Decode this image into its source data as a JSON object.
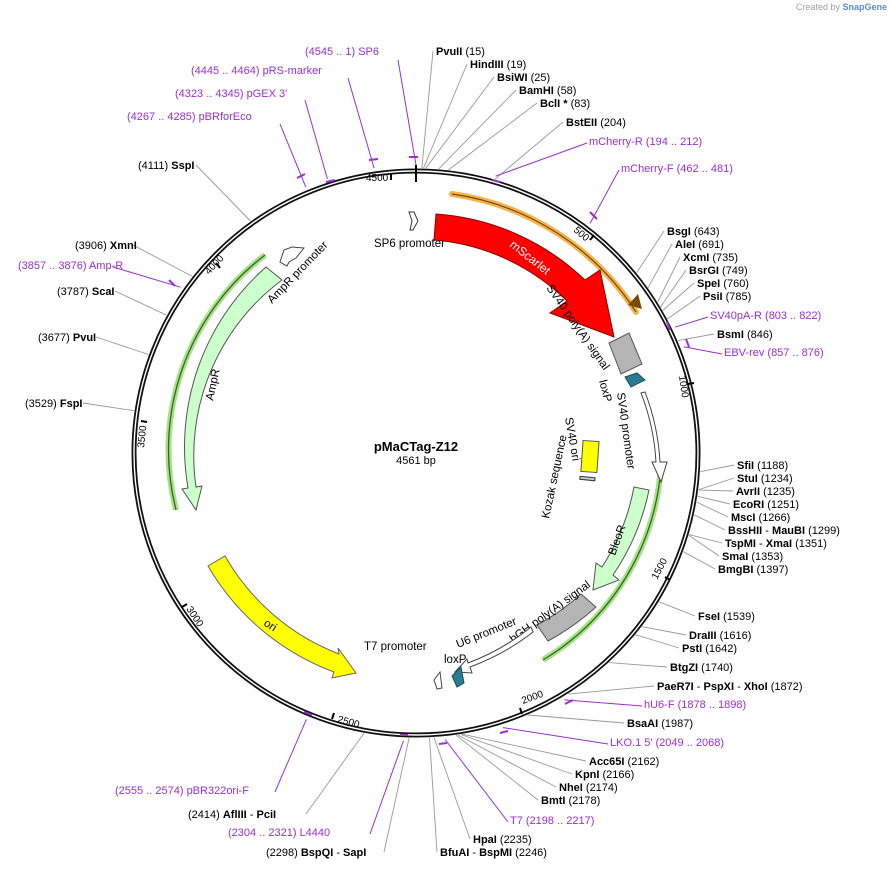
{
  "app": {
    "credit_prefix": "Created by",
    "credit_brand": "SnapGene"
  },
  "map": {
    "name": "pMaCTag-Z12",
    "size_label": "4561 bp",
    "length": 4561,
    "ticks": [
      "500",
      "1000",
      "1500",
      "2000",
      "2500",
      "3000",
      "3500",
      "4000",
      "4500"
    ]
  },
  "colors": {
    "primer": "#9b2fd0",
    "mScarlet": "#ff0000",
    "ori": "#ffff00",
    "SV40_ori": "#ffff00",
    "AmpR": "#ccffcc",
    "BleoR": "#ccffcc",
    "polyA": "#b4b4b4",
    "loxP": "#2a7c8f",
    "promoter": "#ffffff",
    "orange_highlight": "#f4b350",
    "green_highlight": "#5aa12e"
  },
  "features": [
    {
      "id": "mscarlet",
      "label": "mScarlet",
      "color": "#ff0000",
      "icon": "arrow-cw"
    },
    {
      "id": "sp6-promoter",
      "label": "SP6 promoter",
      "color": "#ffffff",
      "icon": "arrow-cw"
    },
    {
      "id": "sv40-polya",
      "label": "SV40 poly(A) signal",
      "color": "#b4b4b4",
      "icon": "box"
    },
    {
      "id": "loxp-1",
      "label": "loxP",
      "color": "#2a7c8f",
      "icon": "arrow-cw"
    },
    {
      "id": "sv40-promoter",
      "label": "SV40 promoter",
      "color": "#ffffff",
      "icon": "arrow-cw"
    },
    {
      "id": "sv40-ori",
      "label": "SV40 ori",
      "color": "#ffff00",
      "icon": "box"
    },
    {
      "id": "kozak",
      "label": "Kozak sequence",
      "color": "#cccccc",
      "icon": "box"
    },
    {
      "id": "bleor",
      "label": "BleoR",
      "color": "#ccffcc",
      "icon": "arrow-cw"
    },
    {
      "id": "bgh-polya",
      "label": "bGH poly(A) signal",
      "color": "#b4b4b4",
      "icon": "box"
    },
    {
      "id": "u6-promoter",
      "label": "U6 promoter",
      "color": "#ffffff",
      "icon": "arrow-ccw"
    },
    {
      "id": "loxp-2",
      "label": "loxP",
      "color": "#2a7c8f",
      "icon": "arrow-ccw"
    },
    {
      "id": "t7-promoter",
      "label": "T7 promoter",
      "color": "#ffffff",
      "icon": "arrow-ccw"
    },
    {
      "id": "ori",
      "label": "ori",
      "color": "#ffff00",
      "icon": "arrow-ccw"
    },
    {
      "id": "ampr",
      "label": "AmpR",
      "color": "#ccffcc",
      "icon": "arrow-ccw"
    },
    {
      "id": "ampr-promoter",
      "label": "AmpR promoter",
      "color": "#ffffff",
      "icon": "arrow-ccw"
    }
  ],
  "enzymes": [
    {
      "name": "PvuII",
      "pos": "(15)"
    },
    {
      "name": "HindIII",
      "pos": "(19)"
    },
    {
      "name": "BsiWI",
      "pos": "(25)"
    },
    {
      "name": "BamHI",
      "pos": "(58)"
    },
    {
      "name": "BclI *",
      "pos": "(83)"
    },
    {
      "name": "BstEII",
      "pos": "(204)"
    },
    {
      "name": "BsgI",
      "pos": "(643)"
    },
    {
      "name": "AleI",
      "pos": "(691)"
    },
    {
      "name": "XcmI",
      "pos": "(735)"
    },
    {
      "name": "BsrGI",
      "pos": "(749)"
    },
    {
      "name": "SpeI",
      "pos": "(760)"
    },
    {
      "name": "PsiI",
      "pos": "(785)"
    },
    {
      "name": "BsmI",
      "pos": "(846)"
    },
    {
      "name": "SfiI",
      "pos": "(1188)"
    },
    {
      "name": "StuI",
      "pos": "(1234)"
    },
    {
      "name": "AvrII",
      "pos": "(1235)"
    },
    {
      "name": "EcoRI",
      "pos": "(1251)"
    },
    {
      "name": "MscI",
      "pos": "(1266)"
    },
    {
      "name": "BssHII",
      "name2": "MauBI",
      "pos": "(1299)"
    },
    {
      "name": "TspMI",
      "name2": "XmaI",
      "pos": "(1351)"
    },
    {
      "name": "SmaI",
      "pos": "(1353)"
    },
    {
      "name": "BmgBI",
      "pos": "(1397)"
    },
    {
      "name": "FseI",
      "pos": "(1539)"
    },
    {
      "name": "DraIII",
      "pos": "(1616)"
    },
    {
      "name": "PstI",
      "pos": "(1642)"
    },
    {
      "name": "BtgZI",
      "pos": "(1740)"
    },
    {
      "name": "PaeR7I",
      "name2": "PspXI",
      "name3": "XhoI",
      "pos": "(1872)"
    },
    {
      "name": "BsaAI",
      "pos": "(1987)"
    },
    {
      "name": "Acc65I",
      "pos": "(2162)"
    },
    {
      "name": "KpnI",
      "pos": "(2166)"
    },
    {
      "name": "NheI",
      "pos": "(2174)"
    },
    {
      "name": "BmtI",
      "pos": "(2178)"
    },
    {
      "name": "HpaI",
      "pos": "(2235)"
    },
    {
      "name": "BfuAI",
      "name2": "BspMI",
      "pos": "(2246)"
    },
    {
      "name": "BspQI",
      "name2": "SapI",
      "pos": "(2298)"
    },
    {
      "name": "AflIII",
      "name2": "PciI",
      "pos": "(2414)"
    },
    {
      "name": "FspI",
      "pos": "(3529)"
    },
    {
      "name": "PvuI",
      "pos": "(3677)"
    },
    {
      "name": "ScaI",
      "pos": "(3787)"
    },
    {
      "name": "XmnI",
      "pos": "(3906)"
    },
    {
      "name": "SspI",
      "pos": "(4111)"
    }
  ],
  "primers": [
    {
      "range": "(4545 .. 1)",
      "name": "SP6"
    },
    {
      "range": "(4445 .. 4464)",
      "name": "pRS-marker"
    },
    {
      "range": "(4323 .. 4345)",
      "name": "pGEX 3'"
    },
    {
      "range": "(4267 .. 4285)",
      "name": "pBRforEco"
    },
    {
      "range": "(194 .. 212)",
      "name": "mCherry-R"
    },
    {
      "range": "(462 .. 481)",
      "name": "mCherry-F"
    },
    {
      "range": "(803 .. 822)",
      "name": "SV40pA-R"
    },
    {
      "range": "(857 .. 876)",
      "name": "EBV-rev"
    },
    {
      "range": "(1878 .. 1898)",
      "name": "hU6-F"
    },
    {
      "range": "(2049 .. 2068)",
      "name": "LKO.1 5'"
    },
    {
      "range": "(2198 .. 2217)",
      "name": "T7"
    },
    {
      "range": "(2304 .. 2321)",
      "name": "L4440"
    },
    {
      "range": "(2555 .. 2574)",
      "name": "pBR322ori-F"
    },
    {
      "range": "(3857 .. 3876)",
      "name": "Amp-R"
    }
  ]
}
